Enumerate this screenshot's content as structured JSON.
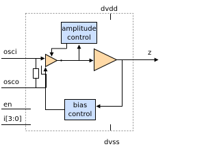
{
  "labels": {
    "dvdd": "dvdd",
    "dvss": "dvss",
    "osci": "osci",
    "osco": "osco",
    "en": "en",
    "i": "i[3:0]",
    "z": "z"
  },
  "blocks": {
    "amplitude_control": {
      "line1": "amplitude",
      "line2": "control"
    },
    "bias_control": {
      "line1": "bias",
      "line2": "control"
    }
  },
  "colors": {
    "block_fill": "#cce0ff",
    "amp_fill": "#ffd9a6",
    "wire": "#000000",
    "boundary": "#8c8c8c"
  }
}
